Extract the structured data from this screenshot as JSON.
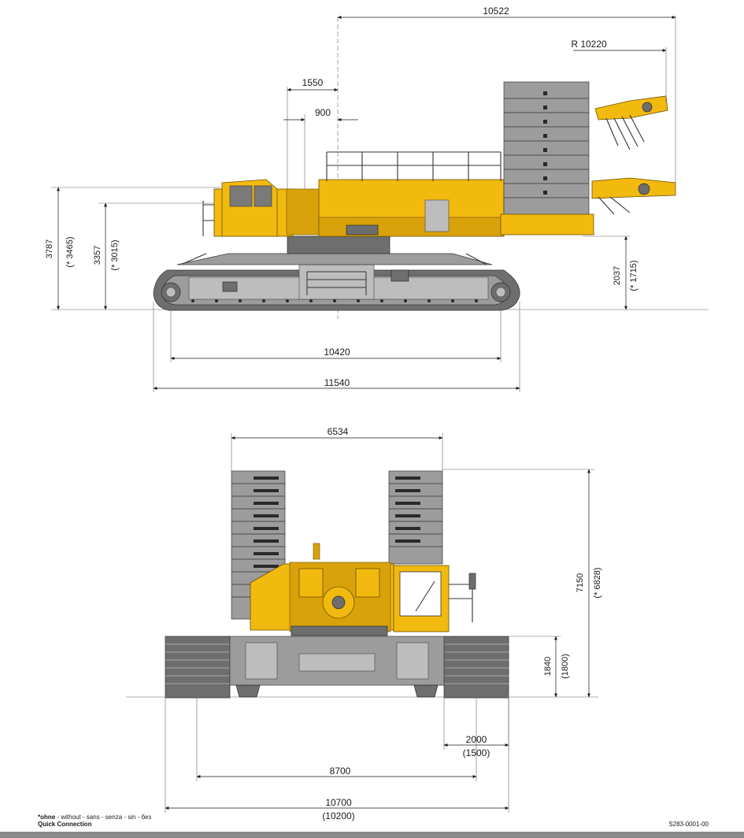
{
  "side_view": {
    "dims": {
      "d10522": "10522",
      "radius": "R 10220",
      "d1550": "1550",
      "d900": "900",
      "h3787": "3787",
      "h3787_alt": "(* 3465)",
      "h3357": "3357",
      "h3357_alt": "(* 3015)",
      "h2037": "2037",
      "h2037_alt": "(* 1715)",
      "d10420": "10420",
      "d11540": "11540"
    }
  },
  "rear_view": {
    "dims": {
      "d6534": "6534",
      "h7150": "7150",
      "h7150_alt": "(* 6828)",
      "h1840": "1840",
      "h1840_alt": "(1800)",
      "d2000": "2000",
      "d2000_alt": "(1500)",
      "d8700": "8700",
      "d10700": "10700",
      "d10700_alt": "(10200)"
    }
  },
  "footer": {
    "note_line1_bold": "*ohne",
    "note_line1_rest": " - without - sans - senza - sin - без",
    "note_line2": "Quick Connection",
    "drawing_id": "S283-0001-00"
  },
  "colors": {
    "machine_yellow": "#f2b90f",
    "steel_grey": "#9c9c9c",
    "dimension_line": "#1a1a1a"
  }
}
